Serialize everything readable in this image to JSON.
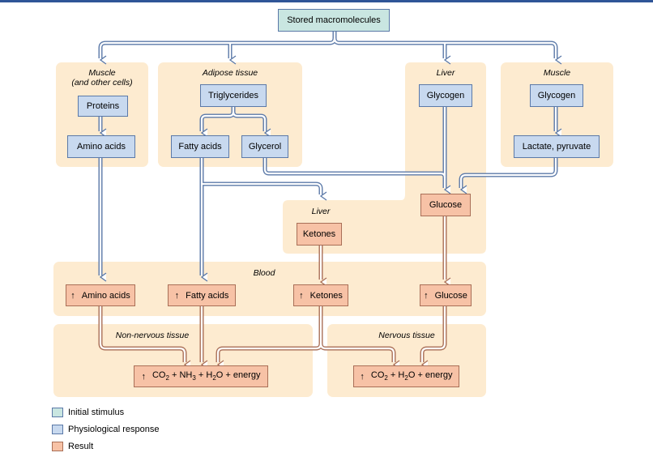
{
  "top": "Stored macromolecules",
  "regions": {
    "muscle_other": [
      "Muscle",
      "(and other cells)"
    ],
    "adipose": "Adipose tissue",
    "liver_top": "Liver",
    "muscle": "Muscle",
    "liver_mid": "Liver",
    "blood": "Blood",
    "non_nervous": "Non-nervous tissue",
    "nervous": "Nervous tissue"
  },
  "boxes": {
    "proteins": "Proteins",
    "amino_acids": "Amino acids",
    "triglycerides": "Triglycerides",
    "fatty_acids": "Fatty acids",
    "glycerol": "Glycerol",
    "glycogen_liver": "Glycogen",
    "glycogen_muscle": "Glycogen",
    "lactate": "Lactate, pyruvate",
    "glucose": "Glucose",
    "ketones": "Ketones"
  },
  "blood_boxes": {
    "amino_acids": "Amino acids",
    "fatty_acids": "Fatty acids",
    "ketones": "Ketones",
    "glucose": "Glucose"
  },
  "arrow_symbol": "↑",
  "outputs": {
    "non_nervous": {
      "co2": "CO",
      "nh3": "NH",
      "h2o": "H",
      "energy": "O + energy"
    },
    "nervous": {
      "co2": "CO",
      "h2o": "H",
      "energy": "O + energy"
    }
  },
  "legend": {
    "initial": "Initial stimulus",
    "physiological": "Physiological response",
    "result": "Result"
  },
  "colors": {
    "initial": "#c9e6e1",
    "physiological": "#c8d9ef",
    "result": "#f7c2a6",
    "region": "#fdebd0"
  }
}
